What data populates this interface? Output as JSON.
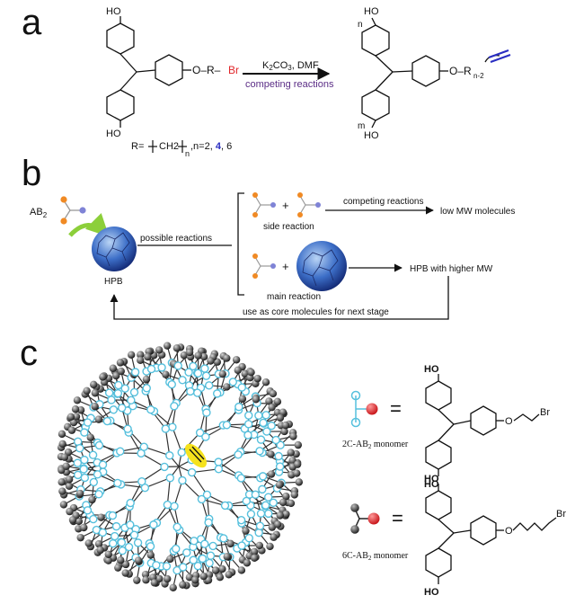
{
  "panels": {
    "a": {
      "label": "a",
      "reactant": {
        "ho_top": "HO",
        "ho_bottom": "HO",
        "linker": "O–R–",
        "bromine": "Br"
      },
      "arrow": {
        "reagents": "K2CO3, DMF",
        "competing": "competing reactions"
      },
      "product": {
        "ho_top": "HO",
        "ho_bottom": "HO",
        "n": "n",
        "m": "m",
        "o": "O–R",
        "subscript": "n-2"
      },
      "r_definition": {
        "prefix": "R=",
        "unit": "CH2",
        "sub": "n",
        "values_pre": ",n=2, ",
        "values_bold": "4",
        "values_post": ", 6"
      }
    },
    "b": {
      "label": "b",
      "ab2": "AB",
      "ab2_sub": "2",
      "hpb": "HPB",
      "possible_reactions": "possible reactions",
      "competing_reactions": "competing reactions",
      "side_reaction": "side reaction",
      "low_mw": "low MW molecules",
      "main_reaction": "main reaction",
      "hpb_higher": "HPB with higher MW",
      "plus": "+",
      "feedback": "use as core molecules for next stage"
    },
    "c": {
      "label": "c",
      "equals": "=",
      "monomer_2c": {
        "label": "2C-AB",
        "sub": "2",
        "suffix": " monomer"
      },
      "monomer_6c": {
        "label": "6C-AB",
        "sub": "2",
        "suffix": " monomer"
      },
      "struct_ho": "HO",
      "struct_o": "O",
      "struct_br": "Br"
    }
  },
  "colors": {
    "black": "#111111",
    "red_bromine": "#e0262a",
    "purple_text": "#5b2d86",
    "blue_bond": "#2a2ec2",
    "orange_atom": "#f08a24",
    "violet_atom": "#7f83d6",
    "green_arrow": "#8ccf3a",
    "cyan_node": "#56c0dd",
    "yellow_core": "#f5e21d"
  }
}
